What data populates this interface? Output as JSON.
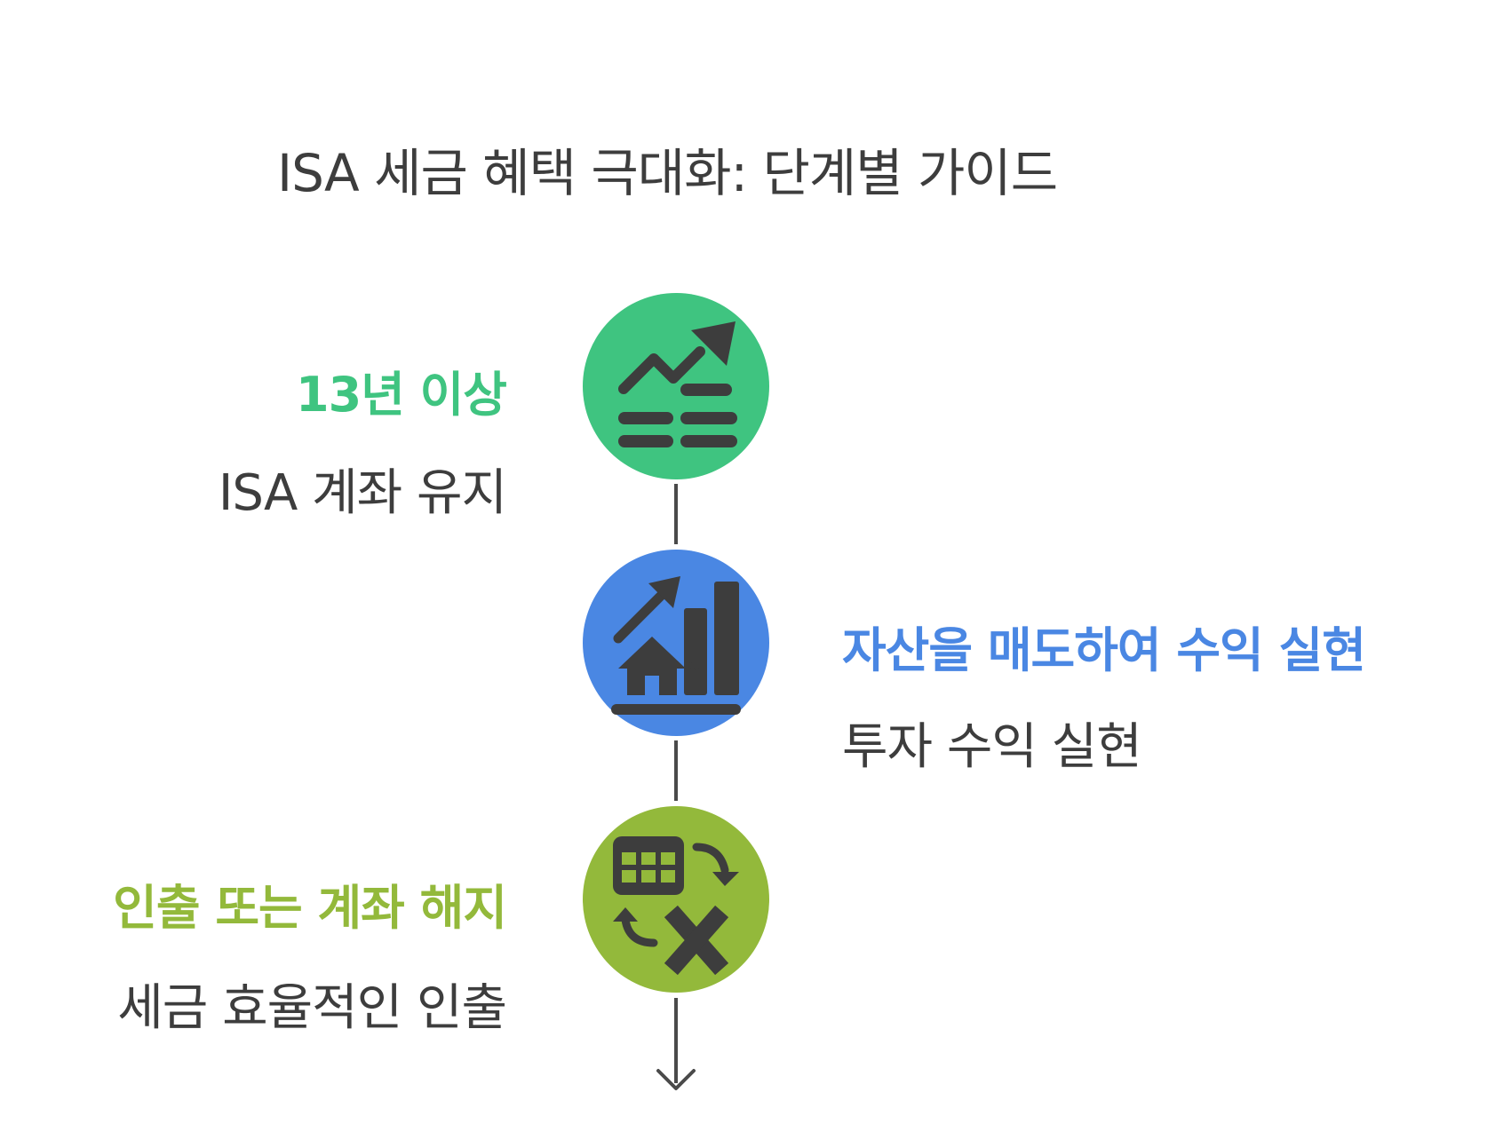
{
  "title": "ISA 세금 혜택 극대화: 단계별 가이드",
  "steps": [
    {
      "heading": "13년 이상",
      "description": "ISA 계좌 유지",
      "color": "#3fc480",
      "icon": "growth-coins-icon",
      "side": "left"
    },
    {
      "heading": "자산을 매도하여 수익 실현",
      "description": "투자 수익 실현",
      "color": "#4a87e3",
      "icon": "property-growth-chart-icon",
      "side": "right"
    },
    {
      "heading": "인출 또는 계좌 해지",
      "description": "세금 효율적인 인출",
      "color": "#93b93b",
      "icon": "table-cancel-icon",
      "side": "left"
    }
  ],
  "colors": {
    "icon": "#3d3d3d",
    "connector": "#4a4a4a",
    "text": "#3d3d3d"
  }
}
